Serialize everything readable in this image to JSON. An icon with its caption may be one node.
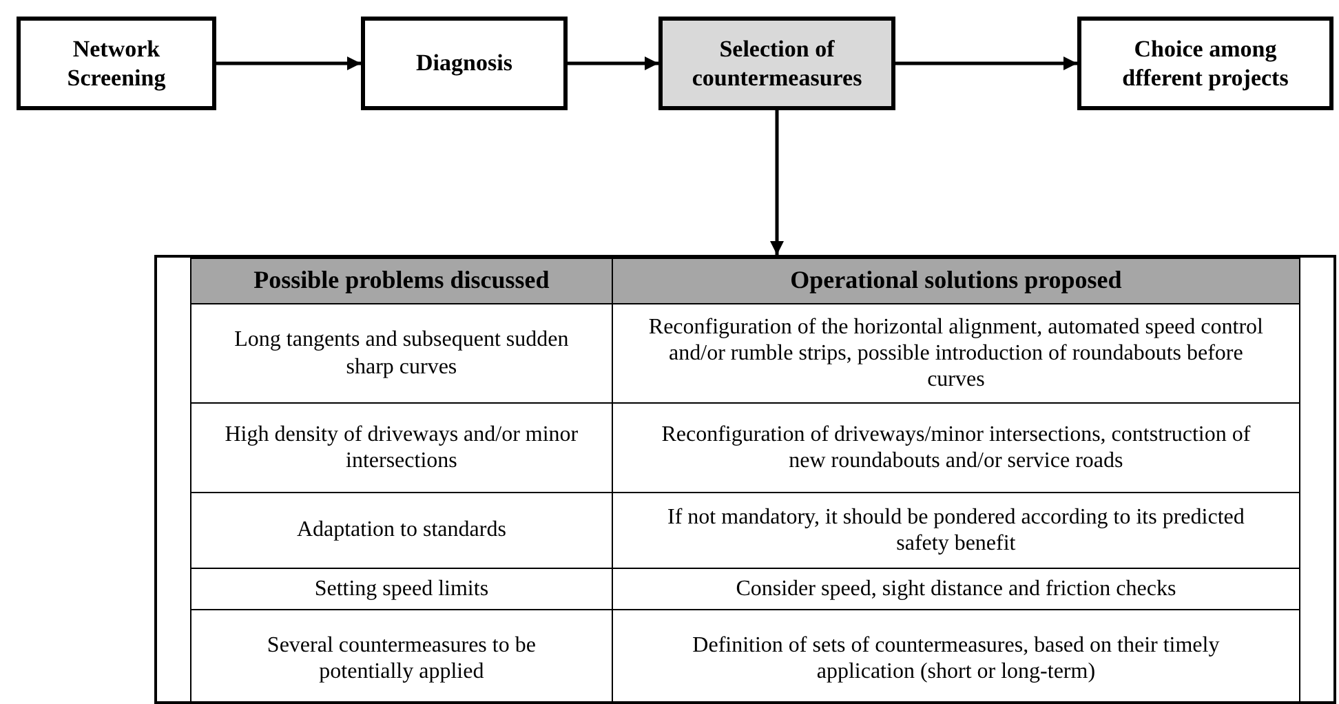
{
  "diagram": {
    "nodes": [
      {
        "text": [
          "Network Screening"
        ]
      },
      {
        "text": [
          "Diagnosis"
        ]
      },
      {
        "text": [
          "Selection of countermeasures"
        ]
      },
      {
        "text": [
          "Choice among dfferent projects"
        ]
      },
      {
        "text": [],
        "shape": "box"
      }
    ],
    "edges": [
      {
        "from": 0,
        "to": 1,
        "arrow": "to"
      },
      {
        "from": 1,
        "to": 2,
        "arrow": "to"
      },
      {
        "from": 2,
        "to": 3,
        "arrow": "to"
      },
      {
        "from": 2,
        "to": 4,
        "arrow": "to"
      }
    ],
    "labels": [
      "Possible problems discussed",
      "Operational solutions proposed",
      "Long tangents and subsequent sudden sharp curves",
      "Reconfiguration of the horizontal alignment, automated speed control and/or rumble strips, possible introduction of roundabouts before curves",
      "High density of driveways and/or minor intersections",
      "Reconfiguration of driveways/minor intersections, contstruction of new roundabouts and/or service roads",
      "Adaptation to standards",
      "If not mandatory, it should be pondered according to its predicted safety benefit",
      "Setting speed limits",
      "Consider speed, sight distance and friction checks",
      "Several countermeasures to be potentially applied",
      "Definition of sets of countermeasures, based on their timely application (short or long-term)"
    ]
  }
}
